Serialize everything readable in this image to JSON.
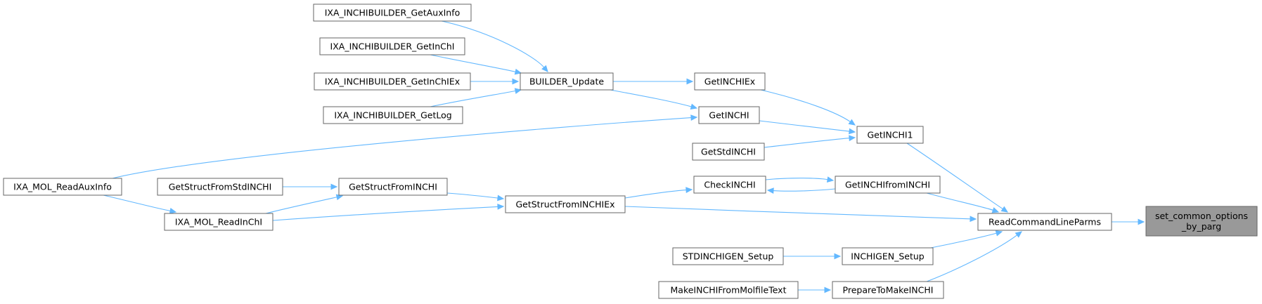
{
  "graph": {
    "root_node": "n_setcommon",
    "colors": {
      "edge": "#63b8ff",
      "node_border": "#666666",
      "root_fill": "#999999",
      "node_fill": "#ffffff"
    },
    "nodes": [
      {
        "id": "n_setcommon",
        "lines": [
          "set_common_options",
          "_by_parg"
        ]
      },
      {
        "id": "n_readcmd",
        "lines": [
          "ReadCommandLineParms"
        ]
      },
      {
        "id": "n_getinchi1",
        "lines": [
          "GetINCHI1"
        ]
      },
      {
        "id": "n_getinchiex",
        "lines": [
          "GetINCHIEx"
        ]
      },
      {
        "id": "n_getinchi",
        "lines": [
          "GetINCHI"
        ]
      },
      {
        "id": "n_getstdinchi",
        "lines": [
          "GetStdINCHI"
        ]
      },
      {
        "id": "n_builder",
        "lines": [
          "BUILDER_Update"
        ]
      },
      {
        "id": "n_ixa_auxinfo",
        "lines": [
          "IXA_INCHIBUILDER_GetAuxInfo"
        ]
      },
      {
        "id": "n_ixa_inchi",
        "lines": [
          "IXA_INCHIBUILDER_GetInChI"
        ]
      },
      {
        "id": "n_ixa_inchiex",
        "lines": [
          "IXA_INCHIBUILDER_GetInChIEx"
        ]
      },
      {
        "id": "n_ixa_log",
        "lines": [
          "IXA_INCHIBUILDER_GetLog"
        ]
      },
      {
        "id": "n_ixa_readaux",
        "lines": [
          "IXA_MOL_ReadAuxInfo"
        ]
      },
      {
        "id": "n_getinchifrom",
        "lines": [
          "GetINCHIfromINCHI"
        ]
      },
      {
        "id": "n_checkinchi",
        "lines": [
          "CheckINCHI"
        ]
      },
      {
        "id": "n_getstructex",
        "lines": [
          "GetStructFromINCHIEx"
        ]
      },
      {
        "id": "n_getstruct",
        "lines": [
          "GetStructFromINCHI"
        ]
      },
      {
        "id": "n_getstructstd",
        "lines": [
          "GetStructFromStdINCHI"
        ]
      },
      {
        "id": "n_ixa_readinchi",
        "lines": [
          "IXA_MOL_ReadInChI"
        ]
      },
      {
        "id": "n_inchigen",
        "lines": [
          "INCHIGEN_Setup"
        ]
      },
      {
        "id": "n_stdinchigen",
        "lines": [
          "STDINCHIGEN_Setup"
        ]
      },
      {
        "id": "n_prepare",
        "lines": [
          "PrepareToMakeINCHI"
        ]
      },
      {
        "id": "n_makemol",
        "lines": [
          "MakeINCHIFromMolfileText"
        ]
      }
    ],
    "edges": [
      {
        "id": "e_readcmd_setcommon",
        "from": "n_readcmd",
        "to": "n_setcommon"
      },
      {
        "id": "e_getinchi1_readcmd",
        "from": "n_getinchi1",
        "to": "n_readcmd"
      },
      {
        "id": "e_getinchifrom_readcmd",
        "from": "n_getinchifrom",
        "to": "n_readcmd"
      },
      {
        "id": "e_getstructex_readcmd",
        "from": "n_getstructex",
        "to": "n_readcmd"
      },
      {
        "id": "e_inchigen_readcmd",
        "from": "n_inchigen",
        "to": "n_readcmd"
      },
      {
        "id": "e_prepare_readcmd",
        "from": "n_prepare",
        "to": "n_readcmd"
      },
      {
        "id": "e_getinchiex_getinchi1",
        "from": "n_getinchiex",
        "to": "n_getinchi1"
      },
      {
        "id": "e_getinchi_getinchi1",
        "from": "n_getinchi",
        "to": "n_getinchi1"
      },
      {
        "id": "e_getstdinchi_getinchi1",
        "from": "n_getstdinchi",
        "to": "n_getinchi1"
      },
      {
        "id": "e_builder_getinchiex",
        "from": "n_builder",
        "to": "n_getinchiex"
      },
      {
        "id": "e_builder_getinchi",
        "from": "n_builder",
        "to": "n_getinchi"
      },
      {
        "id": "e_ixaaux_builder",
        "from": "n_ixa_auxinfo",
        "to": "n_builder"
      },
      {
        "id": "e_ixainchi_builder",
        "from": "n_ixa_inchi",
        "to": "n_builder"
      },
      {
        "id": "e_ixainchiex_builder",
        "from": "n_ixa_inchiex",
        "to": "n_builder"
      },
      {
        "id": "e_ixalog_builder",
        "from": "n_ixa_log",
        "to": "n_builder"
      },
      {
        "id": "e_readaux_getinchi",
        "from": "n_ixa_readaux",
        "to": "n_getinchi"
      },
      {
        "id": "e_getinchifrom_checkinchi",
        "from": "n_getinchifrom",
        "to": "n_checkinchi"
      },
      {
        "id": "e_checkinchi_getinchifrom",
        "from": "n_checkinchi",
        "to": "n_getinchifrom"
      },
      {
        "id": "e_getstructex_checkinchi",
        "from": "n_getstructex",
        "to": "n_checkinchi"
      },
      {
        "id": "e_getstruct_getstructex",
        "from": "n_getstruct",
        "to": "n_getstructex"
      },
      {
        "id": "e_readinchi_getstructex",
        "from": "n_ixa_readinchi",
        "to": "n_getstructex"
      },
      {
        "id": "e_getstructstd_getstruct",
        "from": "n_getstructstd",
        "to": "n_getstruct"
      },
      {
        "id": "e_readinchi_getstruct",
        "from": "n_ixa_readinchi",
        "to": "n_getstruct"
      },
      {
        "id": "e_readaux_readinchi",
        "from": "n_ixa_readaux",
        "to": "n_ixa_readinchi"
      },
      {
        "id": "e_stdinchigen_inchigen",
        "from": "n_stdinchigen",
        "to": "n_inchigen"
      },
      {
        "id": "e_makemol_prepare",
        "from": "n_makemol",
        "to": "n_prepare"
      }
    ]
  }
}
